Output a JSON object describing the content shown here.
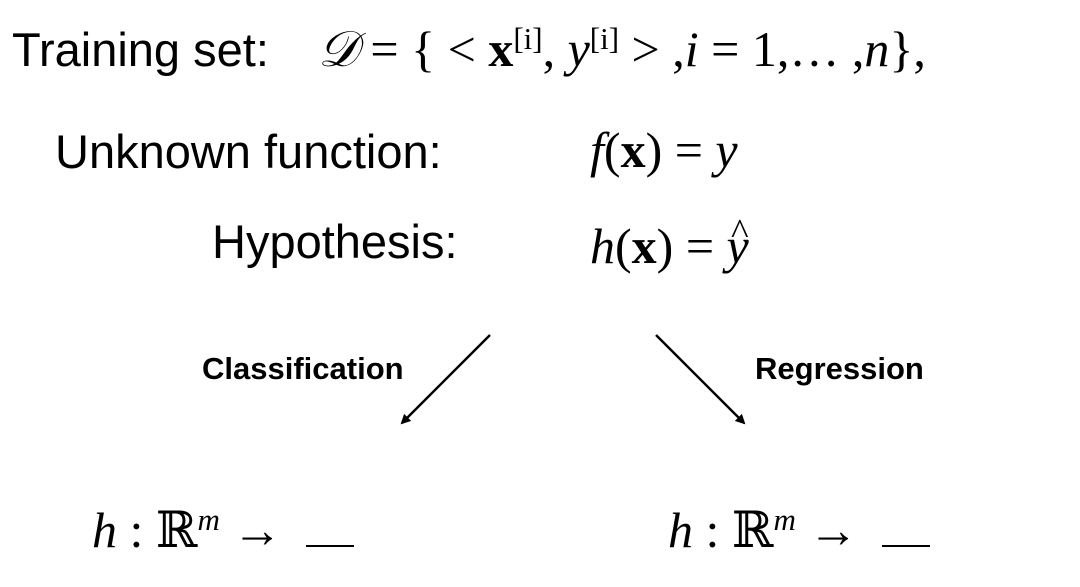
{
  "training_set": {
    "label": "Training set:",
    "dataset_symbol": "𝒟",
    "eq": "=",
    "open_brace": "{",
    "lt": "<",
    "x_symbol": "x",
    "index_sup": "[i]",
    "comma1": ",",
    "y_symbol": "y",
    "gt": ">",
    "comma2": ",",
    "i_symbol": "i",
    "eq2": "=",
    "range_start": "1,…",
    "comma3": ",",
    "n_symbol": "n",
    "close_brace": "},"
  },
  "unknown_function": {
    "label": "Unknown function:",
    "f_symbol": "f",
    "open_paren": "(",
    "x_symbol": "x",
    "close_paren": ")",
    "eq": "=",
    "y_symbol": "y"
  },
  "hypothesis": {
    "label": "Hypothesis:",
    "h_symbol": "h",
    "open_paren": "(",
    "x_symbol": "x",
    "close_paren": ")",
    "eq": "=",
    "yhat_symbol": "y"
  },
  "branches": {
    "classification_label": "Classification",
    "regression_label": "Regression"
  },
  "mappings": {
    "h_symbol": "h",
    "colon": ":",
    "real_symbol": "ℝ",
    "m_sup": "m",
    "arrow": "→"
  }
}
